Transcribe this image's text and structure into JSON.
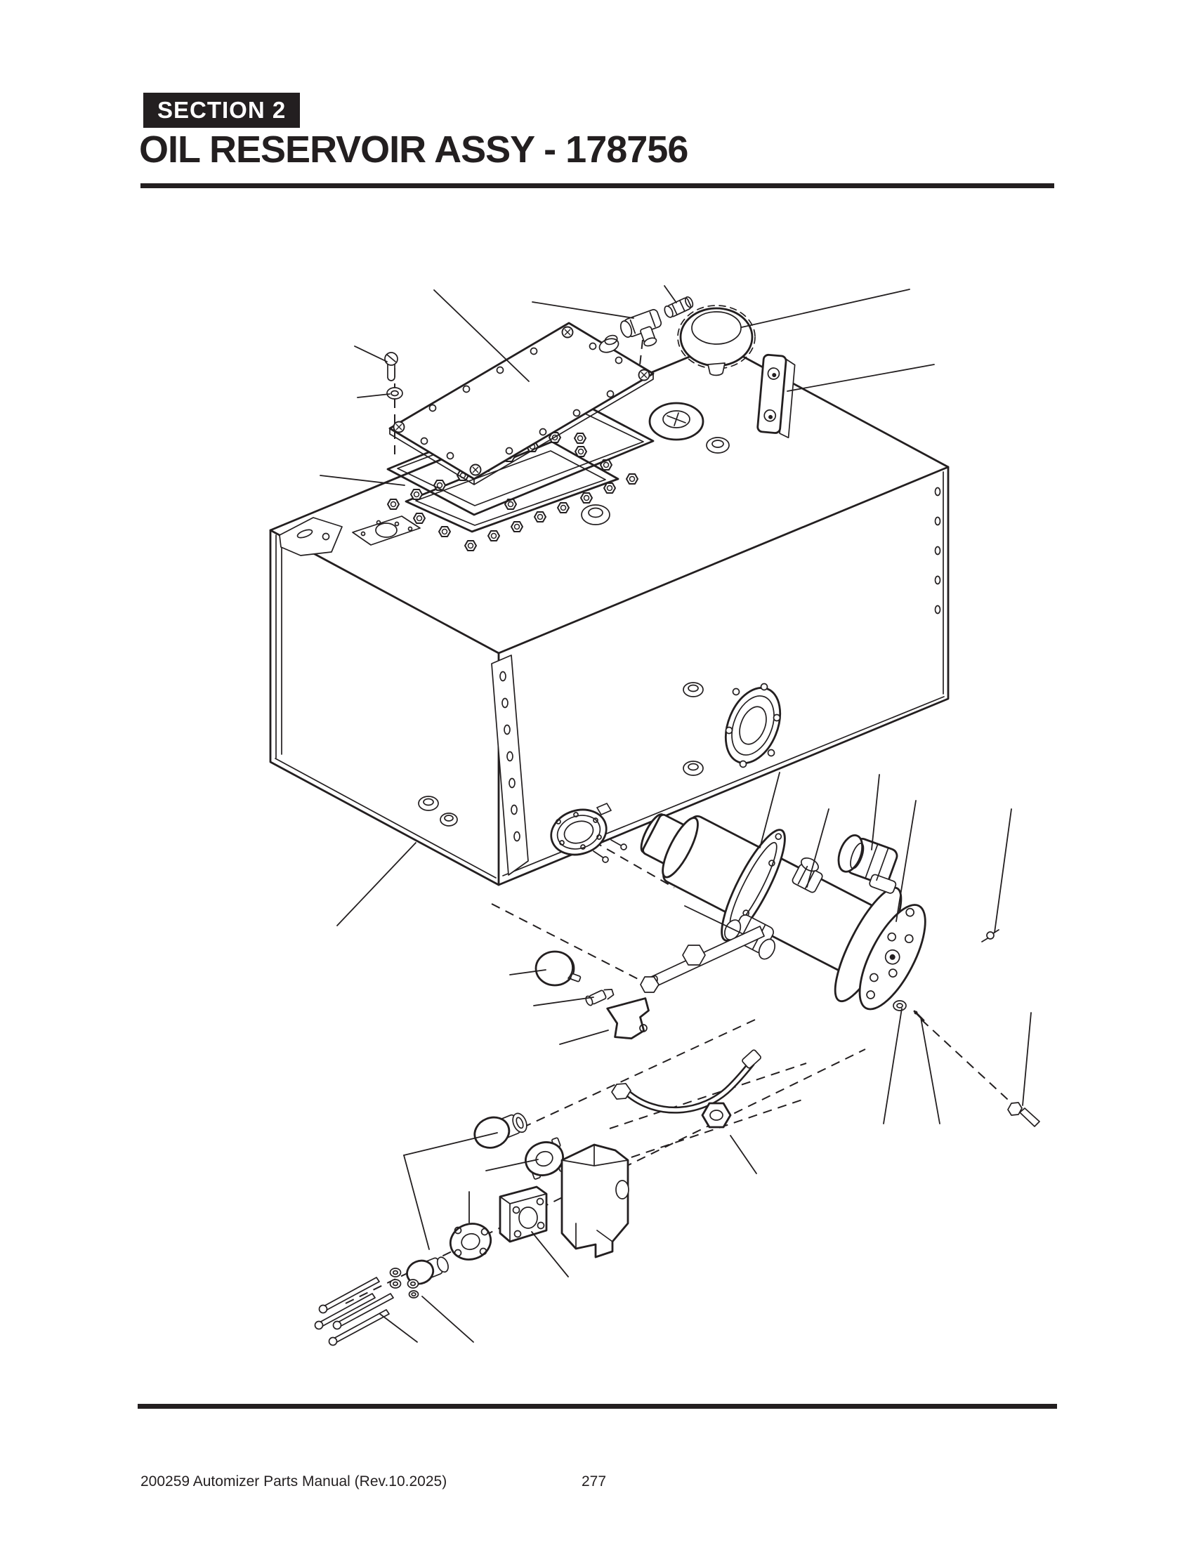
{
  "page": {
    "section_label": "SECTION 2",
    "title": "OIL RESERVOIR ASSY - 178756"
  },
  "footer": {
    "left_text": "200259 Automizer Parts Manual (Rev.10.2025)",
    "page_number": "277"
  },
  "figure": {
    "type": "exploded-parts-diagram",
    "subject": "oil reservoir tank assembly line drawing"
  },
  "colors": {
    "ink": "#231f20",
    "paper": "#ffffff",
    "badge_bg": "#231f20",
    "badge_text": "#ffffff"
  }
}
